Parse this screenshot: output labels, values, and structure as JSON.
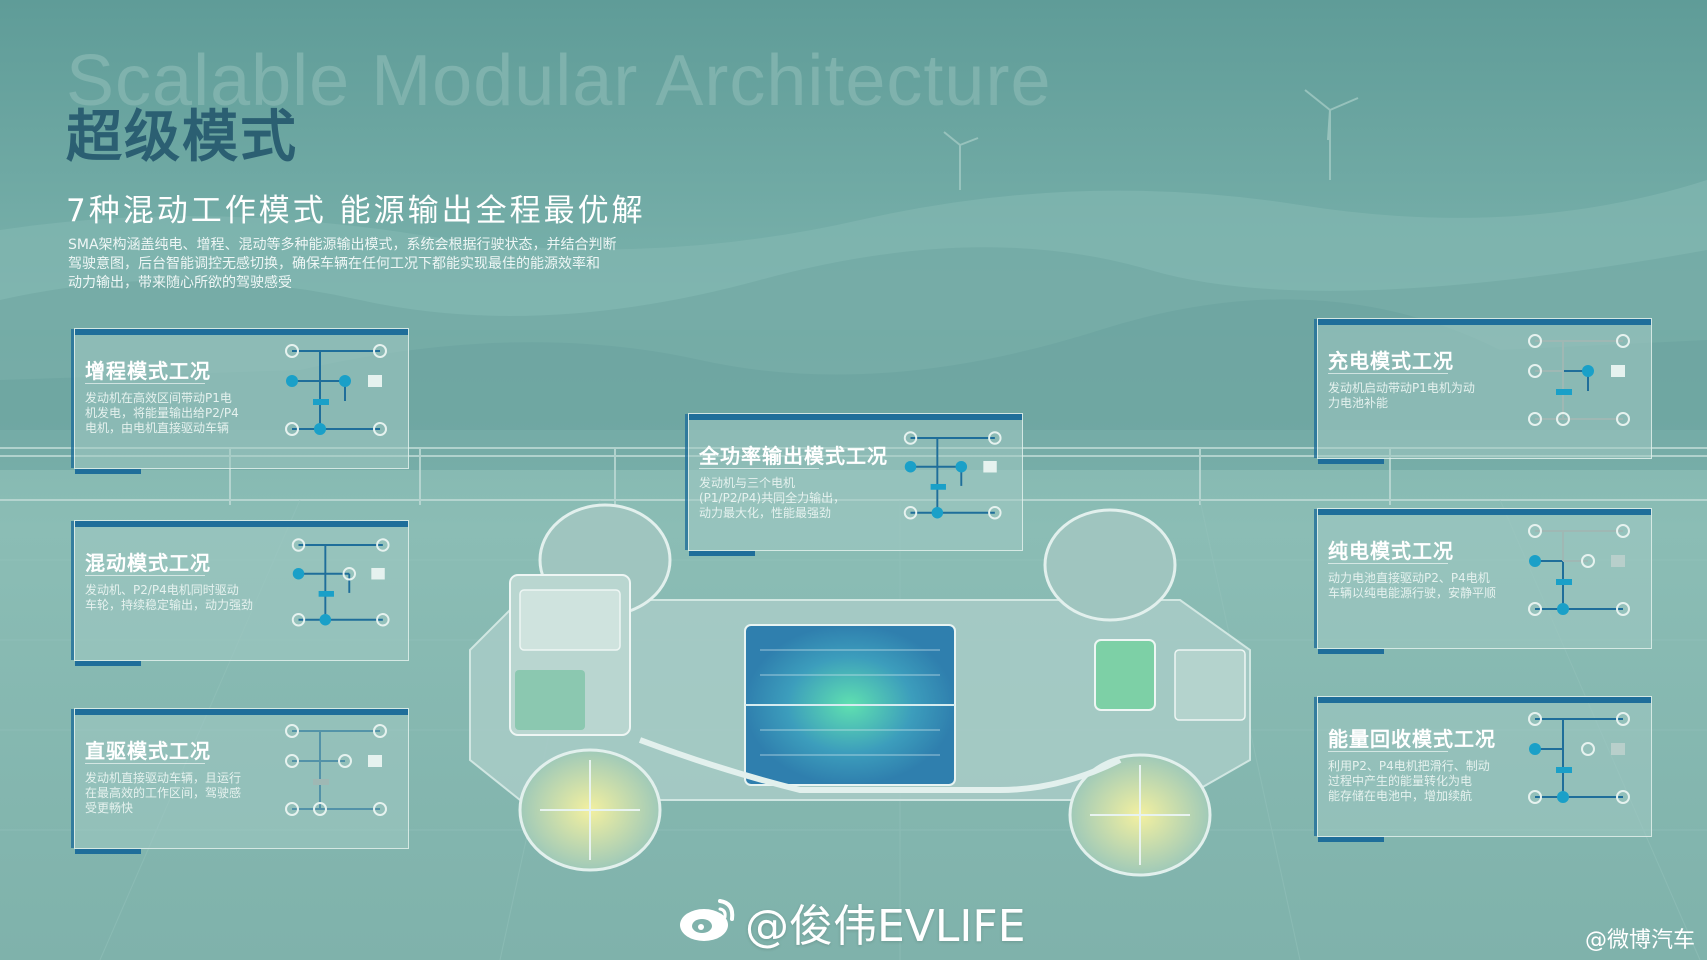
{
  "background_word": "Scalable Modular Architecture",
  "title": "超级模式",
  "subtitle": "7种混动工作模式 能源输出全程最优解",
  "description_lines": [
    "SMA架构涵盖纯电、增程、混动等多种能源输出模式，系统会根据行驶状态，并结合判断",
    "驾驶意图，后台智能调控无感切换，确保车辆在任何工况下都能实现最佳的能源效率和",
    "动力输出，带来随心所欲的驾驶感受"
  ],
  "cards": {
    "range": {
      "title": "增程模式工况",
      "lines": [
        "发动机在高效区间带动P1电",
        "机发电，将能量输出给P2/P4",
        "电机，由电机直接驱动车辆"
      ]
    },
    "hybrid": {
      "title": "混动模式工况",
      "lines": [
        "发动机、P2/P4电机同时驱动",
        "车轮，持续稳定输出，动力强劲"
      ]
    },
    "direct": {
      "title": "直驱模式工况",
      "lines": [
        "发动机直接驱动车辆，且运行",
        "在最高效的工作区间，驾驶感",
        "受更畅快"
      ]
    },
    "fullpower": {
      "title": "全功率输出模式工况",
      "lines": [
        "发动机与三个电机",
        "(P1/P2/P4)共同全力输出，",
        "动力最大化，性能最强劲"
      ]
    },
    "charge": {
      "title": "充电模式工况",
      "lines": [
        "发动机启动带动P1电机为动",
        "力电池补能"
      ]
    },
    "ev": {
      "title": "纯电模式工况",
      "lines": [
        "动力电池直接驱动P2、P4电机",
        "车辆以纯电能源行驶，安静平顺"
      ]
    },
    "regen": {
      "title": "能量回收模式工况",
      "lines": [
        "利用P2、P4电机把滑行、制动",
        "过程中产生的能量转化为电",
        "能存储在电池中，增加续航"
      ]
    }
  },
  "watermark": "@俊伟EVLIFE",
  "corner_mark": "@微博汽车",
  "colors": {
    "accent": "#1f6e9a",
    "title": "#2b5f72",
    "background": "#79b1ab",
    "motor_active": "#1aa0c8"
  }
}
